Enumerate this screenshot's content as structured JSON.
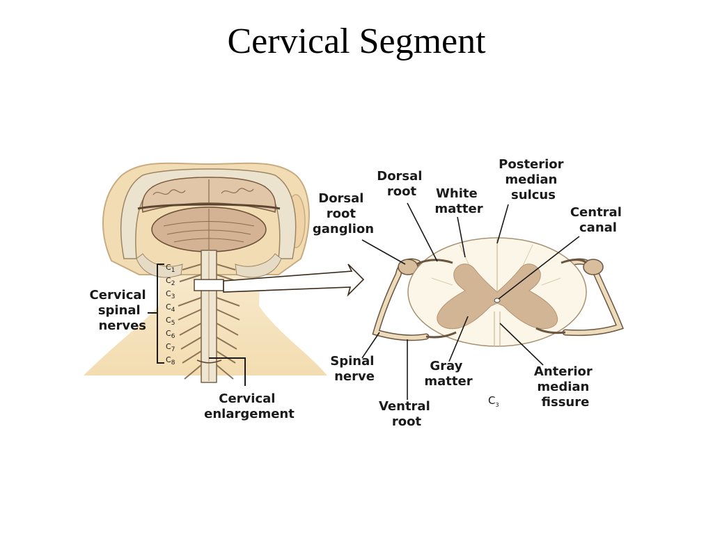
{
  "title": "Cervical Segment",
  "labels": {
    "cervical_spinal_nerves": [
      "Cervical",
      "spinal",
      "nerves"
    ],
    "cervical_enlargement": [
      "Cervical",
      "enlargement"
    ],
    "dorsal_root_ganglion": [
      "Dorsal",
      "root",
      "ganglion"
    ],
    "dorsal_root": [
      "Dorsal",
      "root"
    ],
    "white_matter": [
      "White",
      "matter"
    ],
    "posterior_median_sulcus": [
      "Posterior",
      "median",
      "sulcus"
    ],
    "central_canal": [
      "Central",
      "canal"
    ],
    "spinal_nerve": [
      "Spinal",
      "nerve"
    ],
    "gray_matter": [
      "Gray",
      "matter"
    ],
    "ventral_root": [
      "Ventral",
      "root"
    ],
    "anterior_median_fissure": [
      "Anterior",
      "median",
      "fissure"
    ],
    "segment": "C",
    "segment_sub": "3"
  },
  "segments": [
    {
      "c": "C",
      "n": "1"
    },
    {
      "c": "C",
      "n": "2"
    },
    {
      "c": "C",
      "n": "3"
    },
    {
      "c": "C",
      "n": "4"
    },
    {
      "c": "C",
      "n": "5"
    },
    {
      "c": "C",
      "n": "6"
    },
    {
      "c": "C",
      "n": "7"
    },
    {
      "c": "C",
      "n": "8"
    }
  ],
  "colors": {
    "skin": "#f6e6c4",
    "bone": "#ebe0c8",
    "brain": "#d9bfa3",
    "gray_matter": "#d2b595",
    "white_matter": "#fbf6e8",
    "outline": "#4a3a2a",
    "nerve": "#e3d2b2"
  }
}
